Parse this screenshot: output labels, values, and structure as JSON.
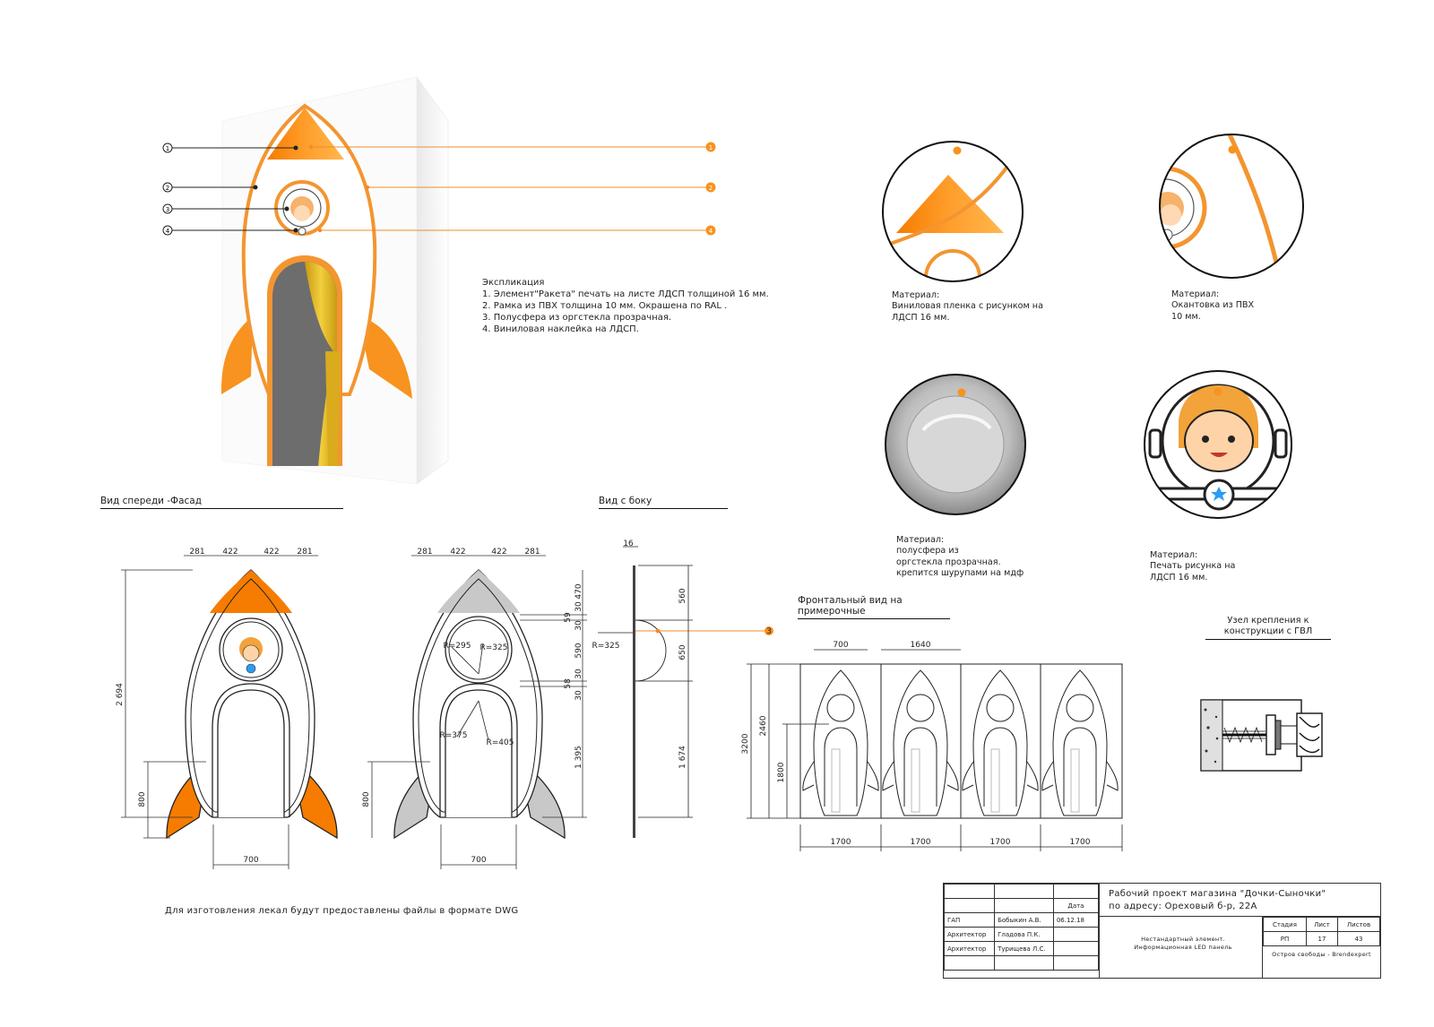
{
  "legend_refs": [
    "1",
    "2",
    "3",
    "4"
  ],
  "explication": {
    "title": "Экспликация",
    "items": [
      "1. Элемент\"Ракета\" печать на листе ЛДСП толщиной 16 мм.",
      "2. Рамка из ПВХ толщина 10 мм. Окрашена по RAL .",
      "3. Полусфера из оргстекла прозрачная.",
      "4. Виниловая наклейка на ЛДСП."
    ]
  },
  "details": [
    {
      "ref": "1",
      "lines": [
        "Материал:",
        "Виниловая пленка с рисунком на",
        "ЛДСП 16 мм."
      ]
    },
    {
      "ref": "2",
      "lines": [
        "Материал:",
        "Окантовка из ПВХ",
        "10 мм."
      ]
    },
    {
      "ref": "3",
      "lines": [
        "Материал:",
        "полусфера из",
        "оргстекла прозрачная.",
        "крепится шурупами на мдф"
      ]
    },
    {
      "ref": "4",
      "lines": [
        "Материал:",
        "Печать рисунка на",
        "ЛДСП 16 мм."
      ]
    }
  ],
  "section_titles": {
    "front": "Вид спереди -Фасад",
    "side": "Вид с боку",
    "frontal": "Фронтальный вид на примерочные",
    "node": "Узел крепления к конструкции с ГВЛ"
  },
  "dims": {
    "top": [
      "281",
      "422",
      "422",
      "281"
    ],
    "height_total": "2 694",
    "fin_h": "800",
    "base_w": "700",
    "right_col": [
      "30",
      "470",
      "30",
      "590",
      "30",
      "30",
      "1 395"
    ],
    "side_marks": [
      "59",
      "58"
    ],
    "radii": [
      "R=295",
      "R=325",
      "R=375",
      "R=405"
    ],
    "side_thickness": "16",
    "side_radius": "R=325",
    "side_col": [
      "560",
      "650",
      "1 674"
    ],
    "frontal_top": [
      "700",
      "1640"
    ],
    "frontal_left": [
      "3200",
      "2460",
      "1800"
    ],
    "frontal_bottom": [
      "1700",
      "1700",
      "1700",
      "1700"
    ]
  },
  "note": "Для изготовления лекал  будут предоставлены файлы в формате DWG",
  "title_block": {
    "project": "Рабочий проект магазина \"Дочки-Сыночки\"",
    "address": "по адресу: Ореховый б-р, 22А",
    "date_header": "Дата",
    "rows": [
      {
        "role": "ГАП",
        "name": "Бобыкин А.В.",
        "date": "06.12.18"
      },
      {
        "role": "Архитектор",
        "name": "Гладова П.К.",
        "date": ""
      },
      {
        "role": "Архитектор",
        "name": "Турищева Л.С.",
        "date": ""
      }
    ],
    "element_line1": "Нестандартный элемент.",
    "element_line2": "Информационная LED панель",
    "stage_h": "Стадия",
    "sheet_h": "Лист",
    "sheets_h": "Листов",
    "stage": "РП",
    "sheet": "17",
    "sheets": "43",
    "company": "Остров свободы - Brendexpert"
  },
  "colors": {
    "orange": "#f57c00",
    "orange_light": "#ffb74d",
    "grey": "#c8c8c8",
    "leader": "#f28c28",
    "curtain": "#e8c02a"
  }
}
